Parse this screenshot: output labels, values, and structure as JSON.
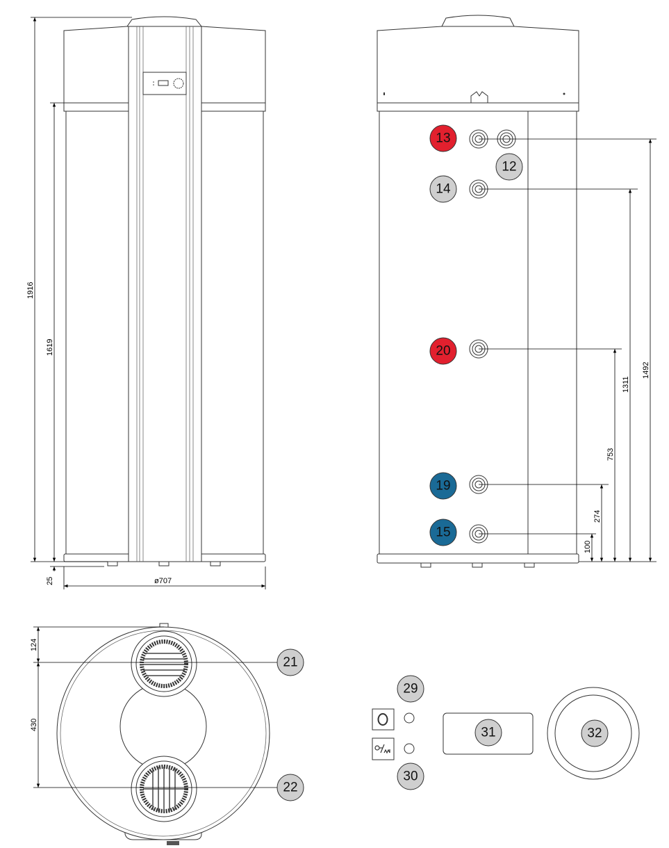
{
  "colors": {
    "hot": "#e2202e",
    "cold": "#1a6a96",
    "neutral": "#cfcfcf",
    "line": "#333333"
  },
  "front_view": {
    "dimensions": {
      "total_height": "1916",
      "body_height": "1619",
      "feet_height": "25",
      "diameter": "ø707"
    }
  },
  "side_view": {
    "callouts": {
      "c13": "13",
      "c12": "12",
      "c14": "14",
      "c20": "20",
      "c19": "19",
      "c15": "15"
    },
    "dimensions": {
      "d1492": "1492",
      "d1311": "1311",
      "d753": "753",
      "d274": "274",
      "d100": "100"
    }
  },
  "top_view": {
    "callouts": {
      "c21": "21",
      "c22": "22"
    },
    "dimensions": {
      "d124": "124",
      "d430": "430"
    }
  },
  "control_panel": {
    "callouts": {
      "c29": "29",
      "c30": "30",
      "c31": "31",
      "c32": "32"
    },
    "icons": [
      "power-icon",
      "heat-pump-electric-icon"
    ]
  }
}
